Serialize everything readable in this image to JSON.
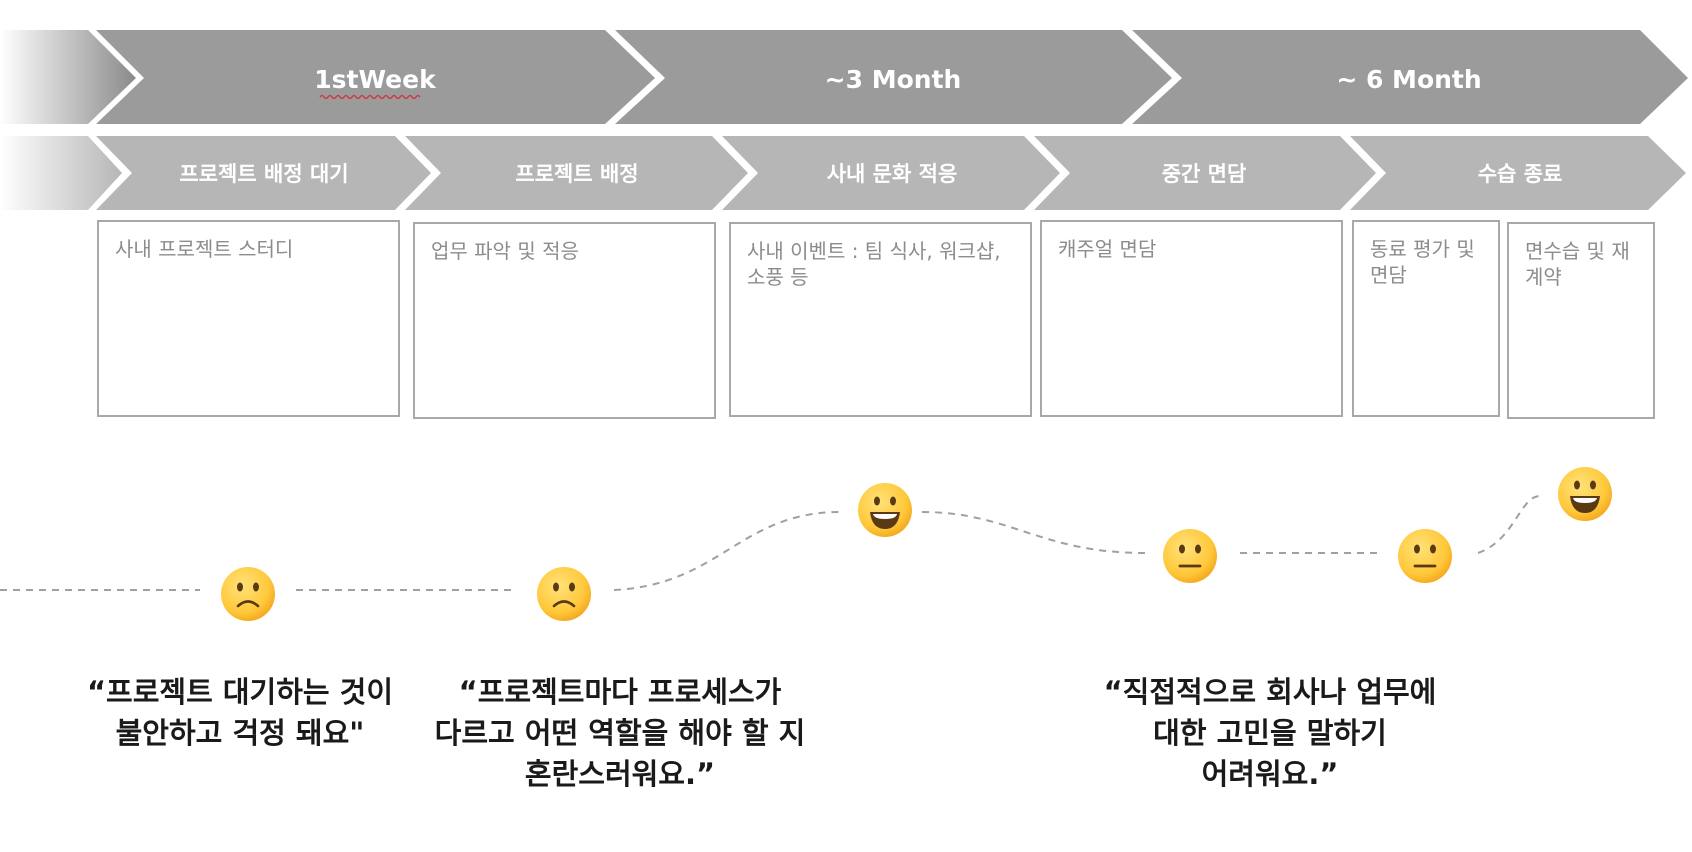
{
  "phases": [
    {
      "label": "1stWeek"
    },
    {
      "label": "~3 Month"
    },
    {
      "label": "~ 6 Month"
    }
  ],
  "stages": [
    {
      "label": "프로젝트 배정 대기"
    },
    {
      "label": "프로젝트 배정"
    },
    {
      "label": "사내 문화 적응"
    },
    {
      "label": "중간 면담"
    },
    {
      "label": "수습 종료"
    }
  ],
  "activities": [
    {
      "text": "사내 프로젝트 스터디"
    },
    {
      "text": "업무 파악 및 적응"
    },
    {
      "text": "사내 이벤트 : 팀 식사, 워크샵, 소풍 등"
    },
    {
      "text": "캐주얼 면담"
    },
    {
      "text": "동료 평가 및 면담"
    },
    {
      "text": "면수습 및 재계약"
    }
  ],
  "emotions": [
    {
      "mood": "sad"
    },
    {
      "mood": "sad"
    },
    {
      "mood": "happy"
    },
    {
      "mood": "neutral"
    },
    {
      "mood": "neutral"
    },
    {
      "mood": "happy"
    }
  ],
  "quotes": [
    {
      "lines": [
        "“프로젝트 대기하는 것이",
        "불안하고 걱정 돼요\""
      ]
    },
    {
      "lines": [
        "“프로젝트마다 프로세스가",
        "다르고 어떤 역할을 해야 할 지",
        "혼란스러워요.”"
      ]
    },
    {
      "lines": [
        "“직접적으로 회사나 업무에",
        "대한 고민을 말하기",
        "어려워요.”"
      ]
    }
  ],
  "colors": {
    "phase_band": "#9b9b9b",
    "stage_band": "#b6b6b6",
    "emoji_face": "#ffc83a",
    "journey_line": "#a0a0a0"
  }
}
